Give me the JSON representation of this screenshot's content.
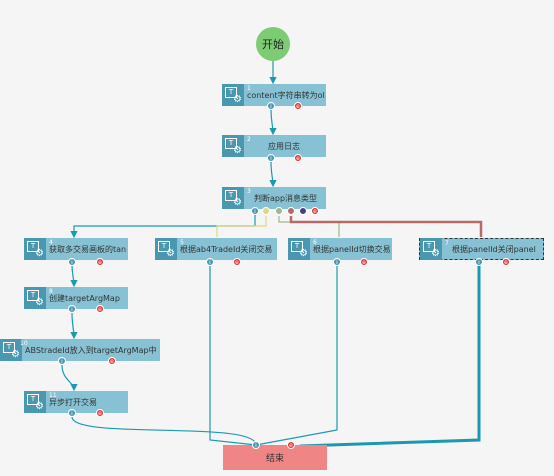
{
  "start_label": "开始",
  "end_label": "结束",
  "nodes": [
    {
      "id": "n1",
      "num": "1",
      "label": "content字符串转为ol"
    },
    {
      "id": "n2",
      "num": "2",
      "label": "应用日志"
    },
    {
      "id": "n3",
      "num": "3",
      "label": "判断app消息类型"
    },
    {
      "id": "n4",
      "num": "4",
      "label": "获取多交易画板的tan"
    },
    {
      "id": "n5",
      "num": "5",
      "label": "根据ab4TradeId关闭交易"
    },
    {
      "id": "n6",
      "num": "6",
      "label": "根据panelId切换交易"
    },
    {
      "id": "n7",
      "num": "7",
      "label": "根据panelId关闭panel"
    },
    {
      "id": "n8",
      "num": "8",
      "label": "创建targetArgMap"
    },
    {
      "id": "n10",
      "num": "10",
      "label": "ABStradeId放入到targetArgMap中"
    },
    {
      "id": "n11",
      "num": "11",
      "label": "异步打开交易"
    }
  ],
  "colors": {
    "node_bg": "#86c1d4",
    "icon_bg": "#4a97b0",
    "link_teal": "#1a9ab0",
    "link_yellow": "#e2d583",
    "link_green": "#9fb98a",
    "link_red": "#b86a6a",
    "start_bg": "#7dcc74",
    "end_bg": "#f08585"
  }
}
